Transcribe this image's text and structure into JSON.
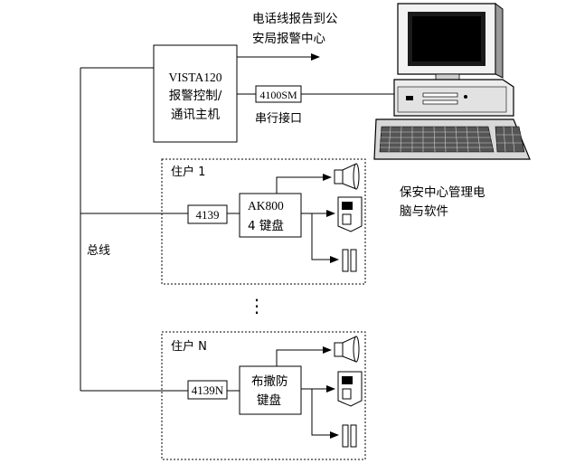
{
  "alarm_center_label": [
    "电话线报告到公",
    "安局报警中心"
  ],
  "control_panel": {
    "lines": [
      "VISTA120",
      "报警控制/",
      "通讯主机"
    ]
  },
  "serial_module": {
    "label": "4100SM",
    "caption": "串行接口"
  },
  "management_pc": {
    "caption": [
      "保安中心管理电",
      "脑与软件"
    ]
  },
  "bus_label": "总线",
  "households": [
    {
      "title": "住户 1",
      "address_module": "4139",
      "keypad_lines": [
        "AK800",
        "4 键盘"
      ]
    },
    {
      "title": "住户 N",
      "address_module": "4139N",
      "keypad_lines": [
        "布撒防",
        "键盘"
      ]
    }
  ],
  "ellipsis": "⋮",
  "icons": {
    "siren": "siren-icon",
    "pir_detector": "pir-detector-icon",
    "door_contact": "door-contact-icon",
    "computer": "desktop-computer-icon"
  }
}
